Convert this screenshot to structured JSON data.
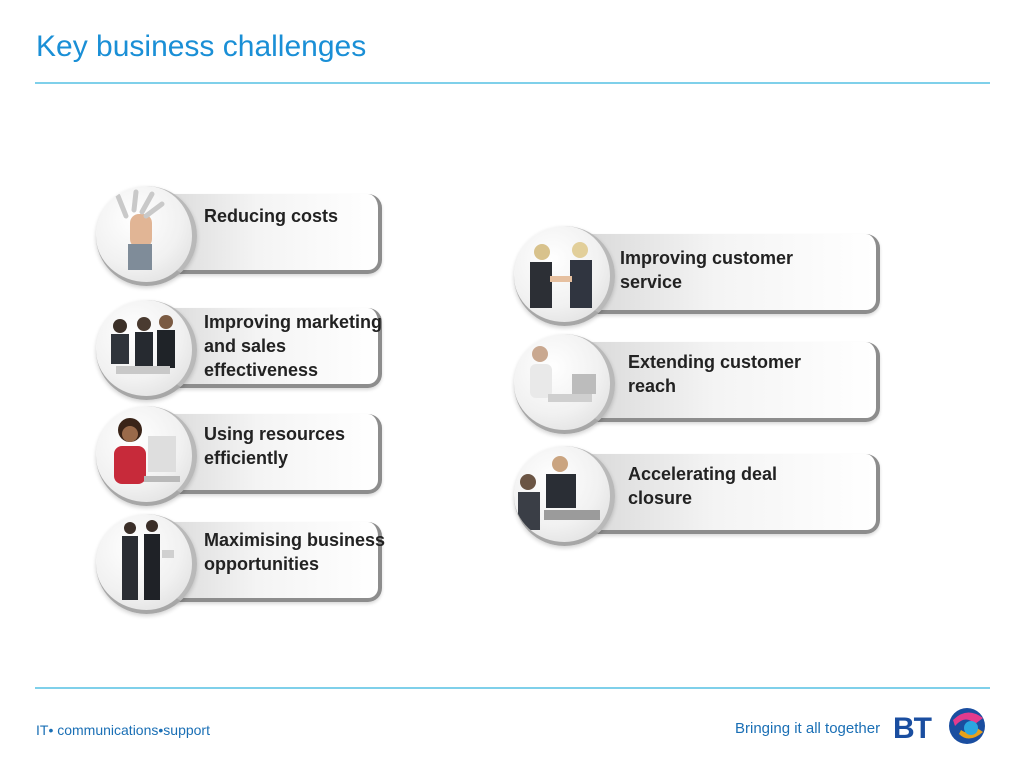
{
  "title": "Key business challenges",
  "left_cards": [
    {
      "label": "Reducing costs",
      "icon": "money-hand-icon"
    },
    {
      "label": "Improving marketing and sales effectiveness",
      "icon": "team-meeting-icon"
    },
    {
      "label": "Using resources efficiently",
      "icon": "woman-at-computer-icon"
    },
    {
      "label": "Maximising business opportunities",
      "icon": "business-people-icon"
    }
  ],
  "right_cards": [
    {
      "label": "Improving customer service",
      "icon": "handshake-icon"
    },
    {
      "label": "Extending customer reach",
      "icon": "man-with-laptop-icon"
    },
    {
      "label": "Accelerating deal closure",
      "icon": "deal-meeting-icon"
    }
  ],
  "footer": {
    "tagline_left": "IT• communications•support",
    "tagline_right": "Bringing it all together",
    "logo_text": "BT"
  },
  "colors": {
    "title": "#1a8fd6",
    "rule": "#7fd0ea",
    "footer_text": "#1a6fb5",
    "logo_blue": "#1a4ea0"
  }
}
